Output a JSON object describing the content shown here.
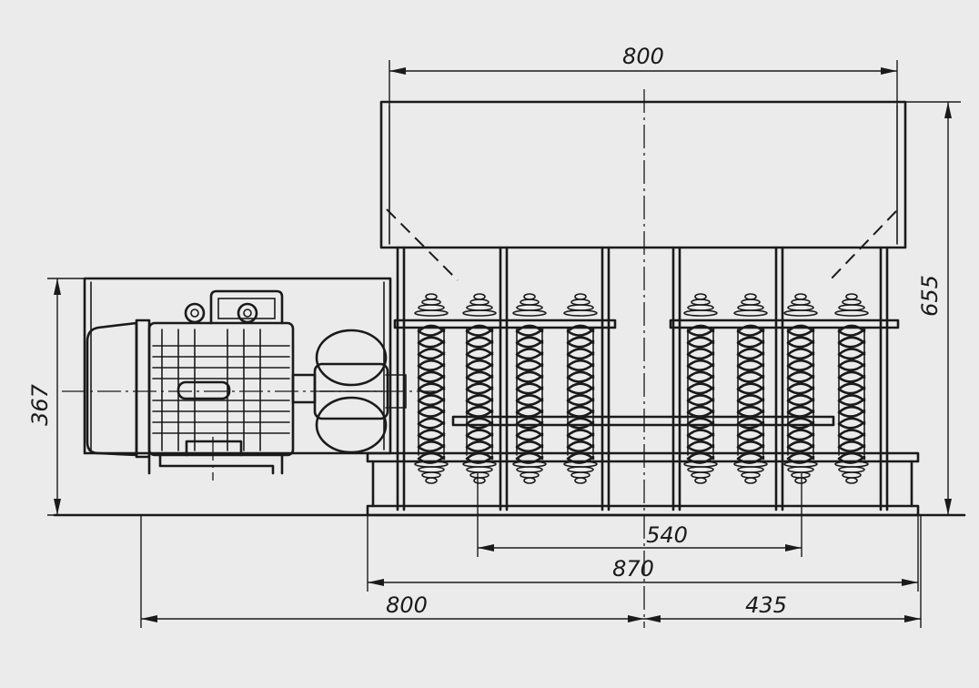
{
  "diagram": {
    "dimensions": {
      "top_width": "800",
      "height_right": "655",
      "height_left": "367",
      "spring_spacing": "540",
      "base_width": "870",
      "left_offset": "800",
      "right_offset": "435"
    }
  }
}
